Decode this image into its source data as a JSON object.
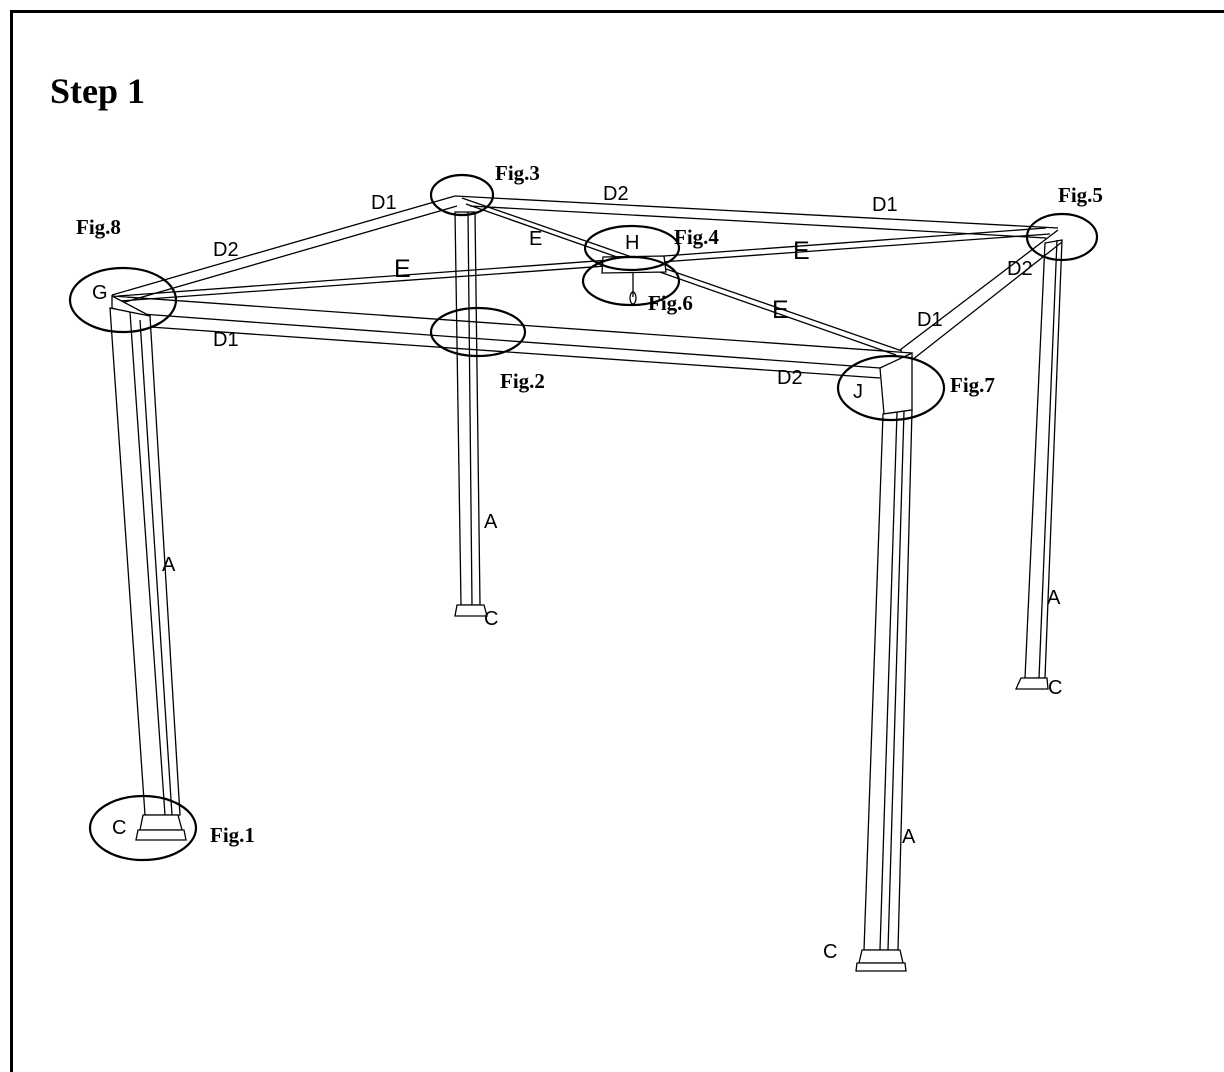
{
  "title": "Step 1",
  "figures": {
    "fig1": "Fig.1",
    "fig2": "Fig.2",
    "fig3": "Fig.3",
    "fig4": "Fig.4",
    "fig5": "Fig.5",
    "fig6": "Fig.6",
    "fig7": "Fig.7",
    "fig8": "Fig.8"
  },
  "parts": {
    "A": "A",
    "C": "C",
    "D1": "D1",
    "D2": "D2",
    "E": "E",
    "G": "G",
    "H": "H",
    "J": "J"
  }
}
